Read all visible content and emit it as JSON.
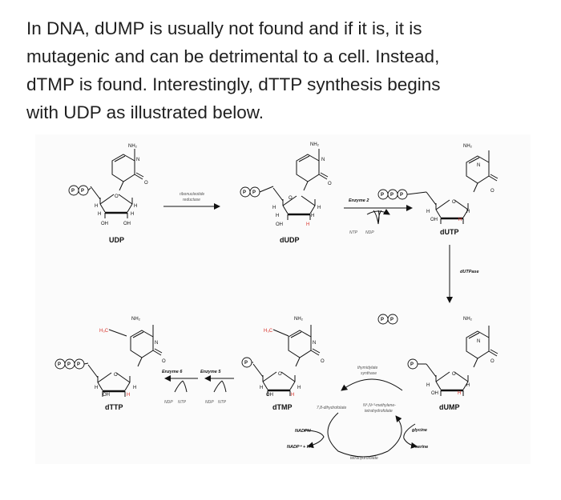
{
  "question": {
    "lines": [
      "In DNA, dUMP is usually not found and if it is, it is",
      "mutagenic and can be detrimental to a cell. Instead,",
      "dTMP is found. Interestingly, dTTP synthesis begins",
      "with UDP as illustrated below."
    ]
  },
  "diagram": {
    "molecules": {
      "udp": "UDP",
      "dudp": "dUDP",
      "dutp": "dUTP",
      "dump": "dUMP",
      "dtmp": "dTMP",
      "dttp": "dTTP"
    },
    "atoms": {
      "nh2": "NH₂",
      "n": "N",
      "o": "O",
      "h": "H",
      "oh": "OH",
      "h3c": "H₃C",
      "p": "P"
    },
    "enzymes": {
      "rnr_line1": "ribonucleotide",
      "rnr_line2": "reductase",
      "enzyme2": "Enzyme 2",
      "dutpase": "dUTPase",
      "thymidylate_line1": "thymidylate",
      "thymidylate_line2": "synthase",
      "enzyme5": "Enzyme 5",
      "enzyme6": "Enzyme 6"
    },
    "cofactors": {
      "ntp": "NTP",
      "ndp": "NDP",
      "dihydrofolate": "7,8-dihydrofolate",
      "methylene_line1": "N⁵,N¹⁰-methylene-",
      "methylene_line2": "tetrahydrofolate",
      "nadph": "NADPH",
      "nadp": "NADP⁺ + H⁺",
      "glycine": "glycine",
      "serine": "serine",
      "tetrahydrofolate": "tetrahydrofolate"
    }
  }
}
